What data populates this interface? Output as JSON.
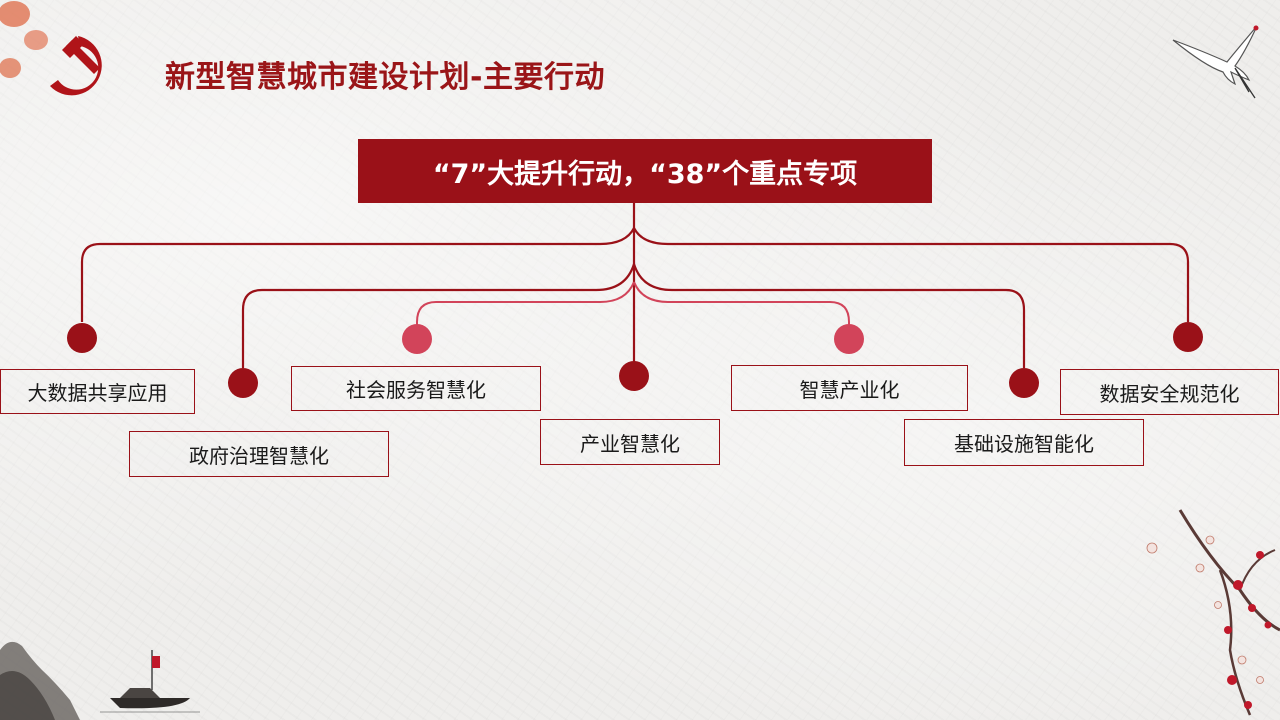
{
  "title": "新型智慧城市建设计划-主要行动",
  "main": {
    "label": "“7”大提升行动，“38”个重点专项"
  },
  "actions": [
    "大数据共享应用",
    "政府治理智慧化",
    "社会服务智慧化",
    "产业智慧化",
    "智慧产业化",
    "基础设施智能化",
    "数据安全规范化"
  ],
  "colors": {
    "primary": "#9a1118",
    "secondary": "#d2445a",
    "background": "#efeeec"
  }
}
